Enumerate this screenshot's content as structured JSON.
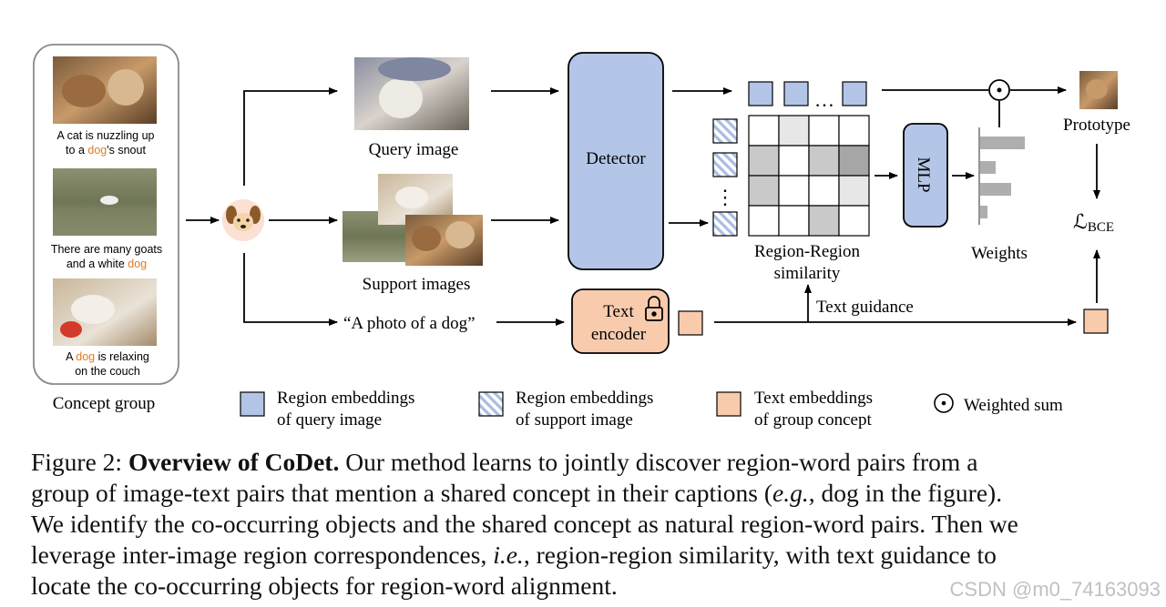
{
  "concept_group": {
    "items": [
      {
        "pre": "A cat is nuzzling up",
        "line2_pre": "to a ",
        "keyword": "dog",
        "line2_post": "'s snout"
      },
      {
        "pre": "There are many goats",
        "line2_pre": "and a white ",
        "keyword": "dog",
        "line2_post": ""
      },
      {
        "pre_a": "A ",
        "keyword": "dog",
        "pre_b": " is relaxing",
        "line2": "on the couch"
      }
    ],
    "label": "Concept group"
  },
  "labels": {
    "query_image": "Query image",
    "support_images": "Support images",
    "prompt": "“A photo of a dog”",
    "detector": "Detector",
    "text_encoder_1": "Text",
    "text_encoder_2": "encoder",
    "ellipsis": "…",
    "vdots": "⋮",
    "similarity_1": "Region-Region",
    "similarity_2": "similarity",
    "mlp": "MLP",
    "weights": "Weights",
    "prototype": "Prototype",
    "loss": "ℒ",
    "loss_sub": "BCE",
    "text_guidance": "Text guidance"
  },
  "legend": {
    "query_1": "Region embeddings",
    "query_2": "of query image",
    "support_1": "Region embeddings",
    "support_2": "of support image",
    "text_1": "Text embeddings",
    "text_2": "of group concept",
    "weighted_sum": "Weighted sum"
  },
  "caption": {
    "fig": "Figure 2: ",
    "title": "Overview of CoDet.",
    "l1": " Our method learns to jointly discover region-word pairs from a",
    "l2a": "group of image-text pairs that mention a shared concept in their captions (",
    "l2eg": "e.g.",
    "l2b": ", dog in the figure).",
    "l3": "We identify the co-occurring objects and the shared concept as natural region-word pairs. Then we",
    "l4a": "leverage inter-image region correspondences, ",
    "l4ie": "i.e.",
    "l4b": ", region-region similarity, with text guidance to",
    "l5": "locate the co-occurring objects for region-word alignment."
  },
  "watermark": "CSDN @m0_74163093",
  "colors": {
    "query_blue": "#b3c5e6",
    "detector_blue": "#b4c6e7",
    "text_peach": "#f8cbad",
    "dog_orange": "#e07b24",
    "grid_dark": "#a6a6a6",
    "grid_mid": "#c9c9c9",
    "grid_light": "#e7e7e7",
    "weight_bar": "#aeaeae"
  },
  "icons": [
    "dog-emoji-icon",
    "lock-icon",
    "weighted-sum-icon"
  ]
}
